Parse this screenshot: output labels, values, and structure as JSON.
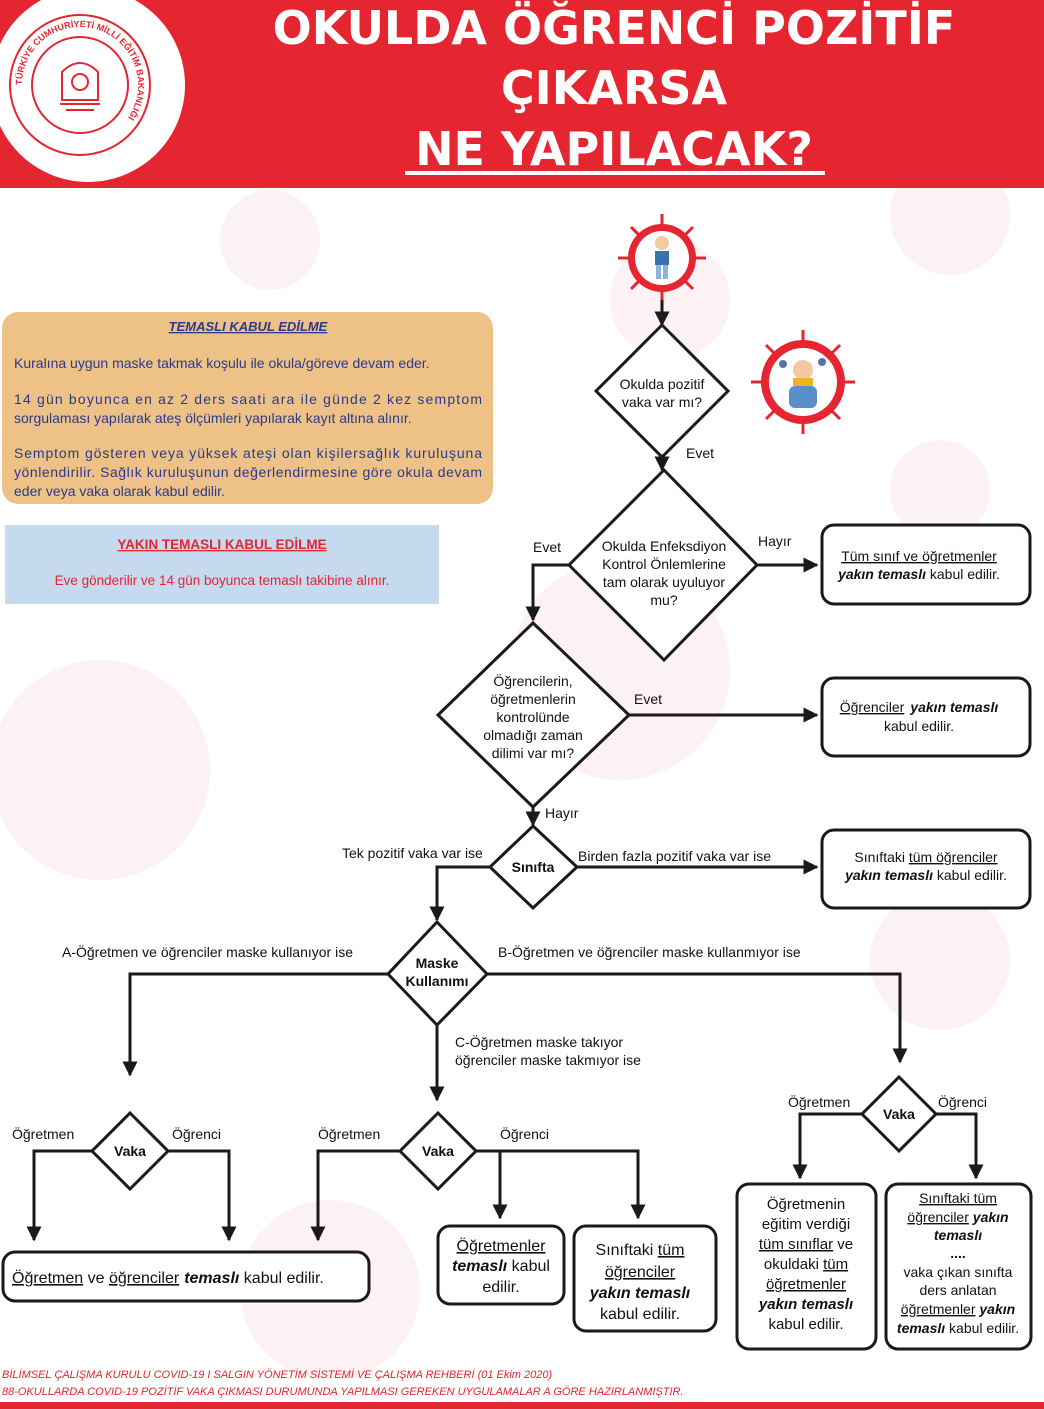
{
  "colors": {
    "red": "#e52530",
    "orange_box": "#eec186",
    "blue_box": "#c5d9ef",
    "navy": "#2b3a8c"
  },
  "header": {
    "title_line1": "OKULDA ÖĞRENCİ POZİTİF",
    "title_line2": "ÇIKARSA",
    "title_line3": "NE YAPILACAK?",
    "logo_ring_text": "TÜRKİYE CUMHURİYETİ MİLLİ EĞİTİM BAKANLIĞI",
    "logo_icon": "ministry-seal-icon"
  },
  "info_temasli": {
    "title": "TEMASLI KABUL EDİLME",
    "p1": "Kuralına uygun maske takmak koşulu ile  okula/göreve devam eder.",
    "p2_l1": "14 gün boyunca en az 2 ders saati ara ile günde 2 kez semptom",
    "p2_l2": "sorgulaması yapılarak ateş ölçümleri yapılarak kayıt altına alınır.",
    "p3_l1": "Semptom gösteren veya yüksek ateşi olan kişilersağlık kuruluşuna",
    "p3_l2": "yönlendirilir. Sağlık kuruluşunun değerlendirmesine göre okula devam",
    "p3_l3": "eder veya vaka olarak kabul edilir."
  },
  "info_yakin": {
    "title": "YAKIN TEMASLI KABUL EDİLME",
    "text": "Eve gönderilir ve 14 gün boyunca temaslı takibine alınır."
  },
  "flow": {
    "d1": {
      "l1": "Okulda pozitif",
      "l2": "vaka var mı?"
    },
    "d1_yes": "Evet",
    "d2": {
      "l1": "Okulda Enfeksdiyon",
      "l2": "Kontrol Önlemlerine",
      "l3": "tam olarak uyuluyor",
      "l4": "mu?"
    },
    "d2_yes": "Evet",
    "d2_no": "Hayır",
    "r1": {
      "l1": "Tüm sınıf ve öğretmenler",
      "l2a": "yakın temaslı",
      "l2b": " kabul edilir."
    },
    "d3": {
      "l1": "Öğrencilerin,",
      "l2": "öğretmenlerin",
      "l3": "kontrolünde",
      "l4": "olmadığı zaman",
      "l5": "dilimi var mı?"
    },
    "d3_yes": "Evet",
    "d3_no": "Hayır",
    "r2": {
      "l1a": "Öğrenciler",
      "l1b": "yakın temaslı",
      "l2": "kabul edilir."
    },
    "d4": {
      "label": "Sınıfta"
    },
    "d4_single": "Tek pozitif vaka var ise",
    "d4_multi": "Birden fazla pozitif vaka var ise",
    "r3": {
      "l1a": "Sınıftaki ",
      "l1b": "tüm öğrenciler",
      "l2a": "yakın temaslı",
      "l2b": " kabul edilir."
    },
    "d5": {
      "l1": "Maske",
      "l2": "Kullanımı"
    },
    "d5_a": "A-Öğretmen ve öğrenciler maske kullanıyor ise",
    "d5_b": "B-Öğretmen ve öğrenciler maske kullanmıyor ise",
    "d5_c1": "C-Öğretmen maske takıyor",
    "d5_c2": "öğrenciler maske takmıyor ise",
    "vaka_label": "Vaka",
    "teacher_label": "Öğretmen",
    "student_label": "Öğrenci",
    "rA": {
      "a": "Öğretmen",
      "b": " ve ",
      "c": "öğrenciler",
      "d": "temaslı",
      "e": " kabul edilir."
    },
    "rC1": {
      "l1": "Öğretmenler",
      "l2a": "temaslı",
      "l2b": " kabul",
      "l3": "edilir."
    },
    "rC2": {
      "l1a": "Sınıftaki ",
      "l1b": "tüm",
      "l2": "öğrenciler",
      "l3": "yakın temaslı",
      "l4": "kabul edilir."
    },
    "rB1": {
      "l1": "Öğretmenin",
      "l2": "eğitim verdiği",
      "l3a": "tüm sınıflar",
      "l3b": " ve",
      "l4a": "okuldaki ",
      "l4b": "tüm",
      "l5": "öğretmenler",
      "l6": "yakın temaslı",
      "l7": "kabul edilir."
    },
    "rB2": {
      "l1": "Sınıftaki tüm",
      "l2a": "öğrenciler",
      "l2b": " yakın",
      "l3": "temaslı",
      "l4": "....",
      "l5": "vaka çıkan sınıfta",
      "l6": "ders anlatan",
      "l7a": "öğretmenler",
      "l7b": " yakın",
      "l8a": "temaslı",
      "l8b": " kabul edilir."
    }
  },
  "icons": {
    "top": "infected-child-icon",
    "right": "sick-person-icon"
  },
  "footer": {
    "line1": "BİLİMSEL ÇALIŞMA KURULU COVID-19 I SALGIN YÖNETİM SİSTEMİ VE ÇALIŞMA REHBERİ (01 Ekim 2020)",
    "line2": "88-OKULLARDA COVID-19 POZİTİF VAKA ÇIKMASI DURUMUNDA YAPILMASI GEREKEN UYGULAMALAR A GÖRE HAZIRLANMIŞTIR."
  }
}
